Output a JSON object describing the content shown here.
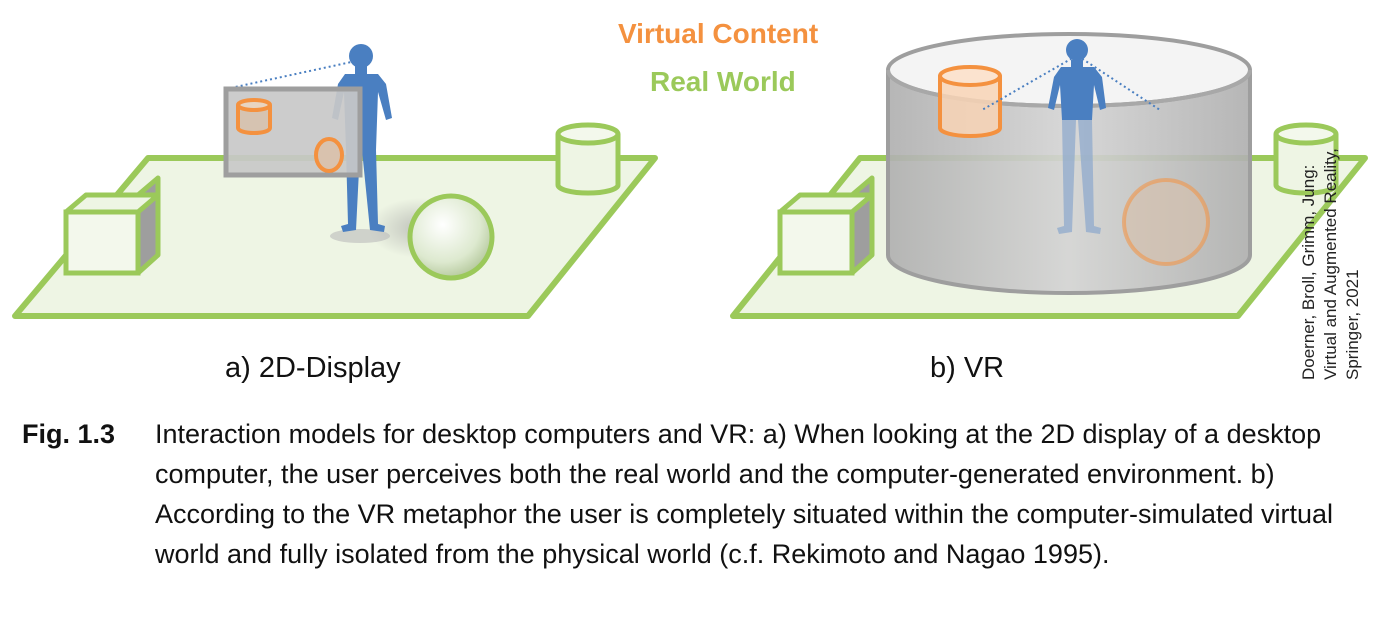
{
  "legend": {
    "virtual_label": "Virtual Content",
    "real_label": "Real World",
    "virtual_color": "#F4913F",
    "real_color": "#9BC95A"
  },
  "panels": {
    "a_label": "a) 2D-Display",
    "b_label": "b) VR"
  },
  "credit": {
    "line1": "Doerner, Broll, Grimm, Jung:",
    "line2": "Virtual and Augmented Reality,",
    "line3": "Springer, 2021"
  },
  "caption": {
    "fig_label": "Fig. 1.3",
    "text": "Interaction models for desktop computers and VR: a) When looking at the 2D display of a desktop computer, the user perceives both the real world and the computer-generated environment. b) According to the VR metaphor the user is completely situated within the computer-simulated virtual world and fully isolated from the physical world (c.f. Rekimoto and Nagao 1995)."
  },
  "colors": {
    "floor_fill": "#EEF5E4",
    "floor_stroke": "#9BC95A",
    "person": "#4A7FC1",
    "display_gray": "#C8C8C8",
    "cylinder_gray": "#BDBDBD"
  }
}
